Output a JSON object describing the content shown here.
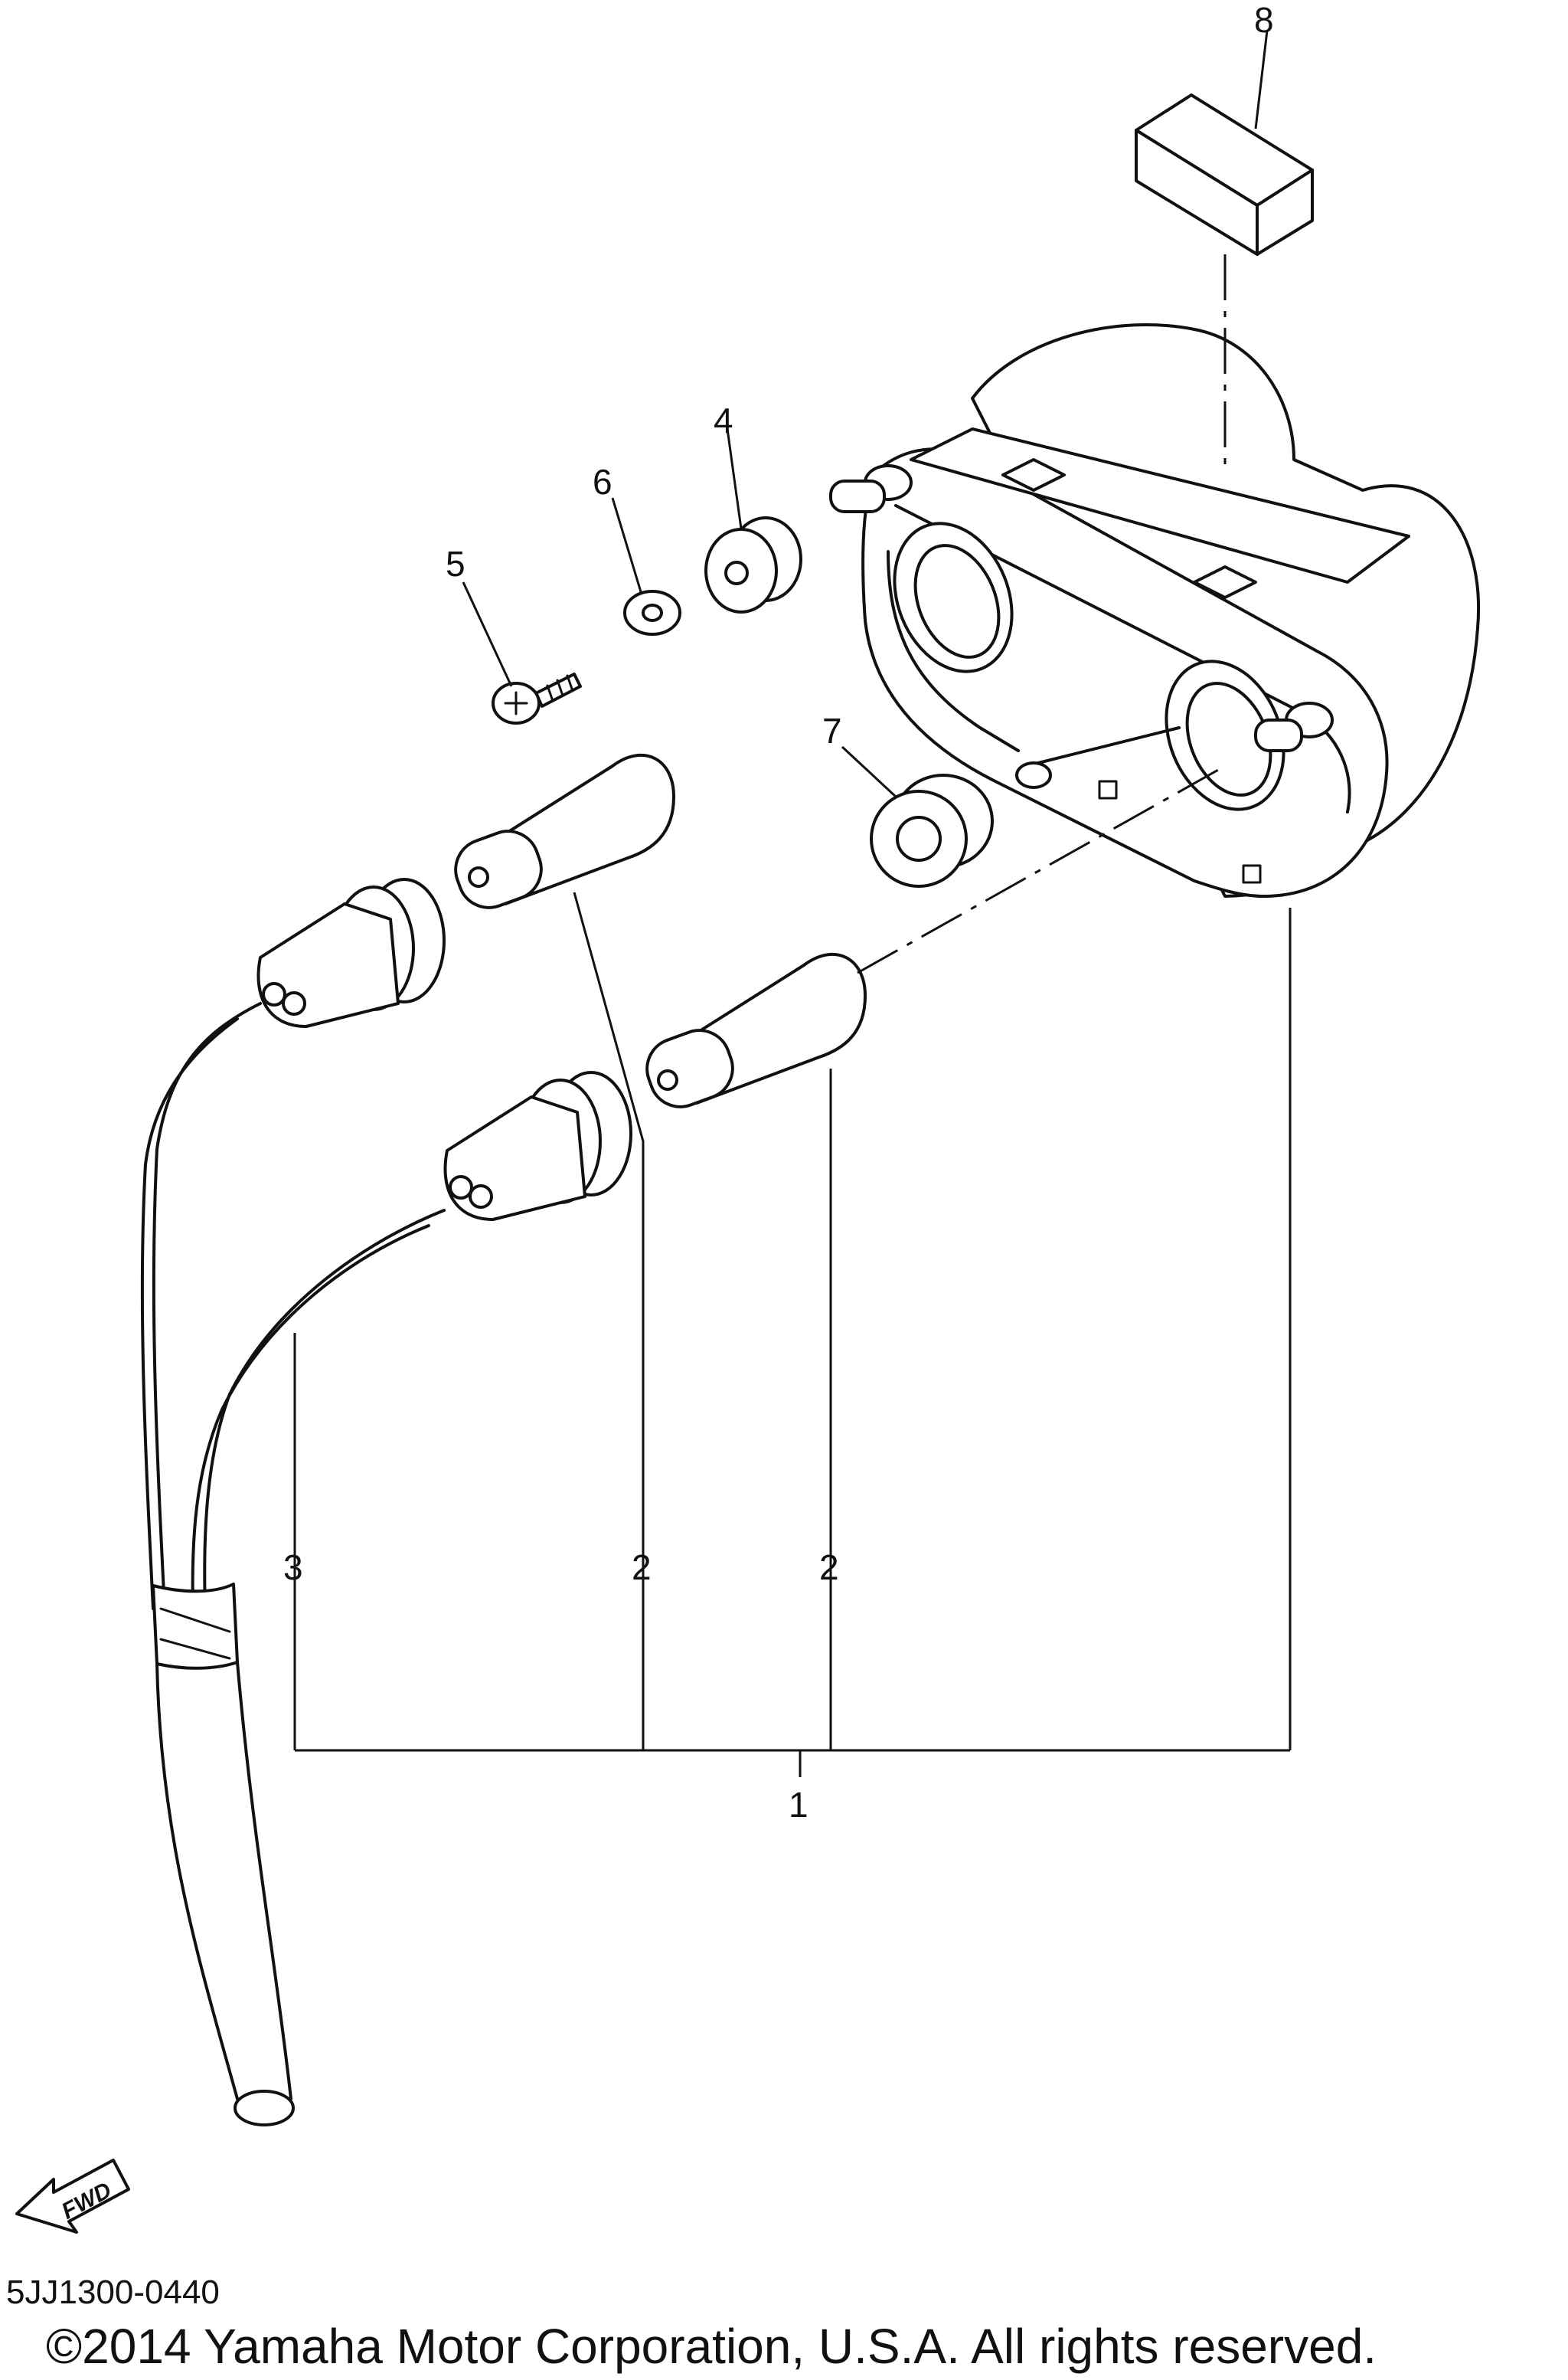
{
  "callouts": {
    "c1": "1",
    "c2a": "2",
    "c2b": "2",
    "c3": "3",
    "c4": "4",
    "c5": "5",
    "c6": "6",
    "c7": "7",
    "c8": "8"
  },
  "fwd_label": "FWD",
  "ref_code": "5JJ1300-0440",
  "copyright": "©2014 Yamaha Motor Corporation, U.S.A. All rights reserved."
}
